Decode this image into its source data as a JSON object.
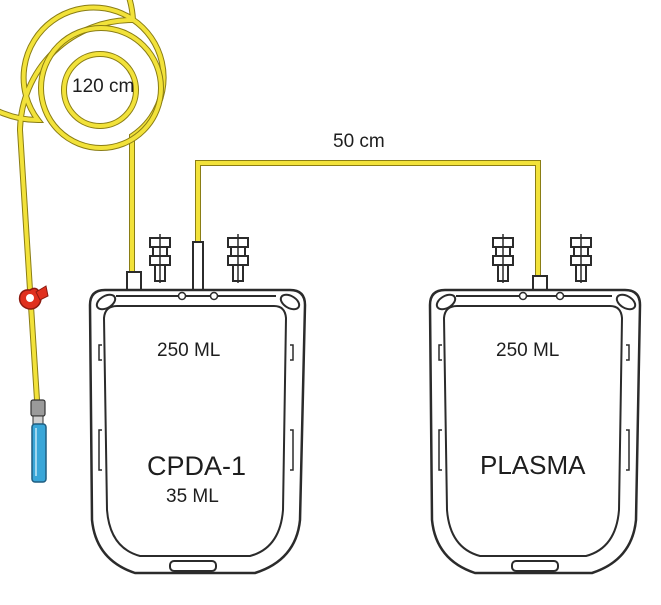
{
  "labels": {
    "tube_primary_length": "120 cm",
    "tube_transfer_length": "50 cm"
  },
  "bags": [
    {
      "volume": "250 ML",
      "name": "CPDA-1",
      "anticoagulant": "35 ML"
    },
    {
      "volume": "250 ML",
      "name": "PLASMA"
    }
  ],
  "colors": {
    "tubing": "#f2e23a",
    "tubing_outline": "#8a7d14",
    "bag_outline": "#2b2b2b",
    "clamp": "#e0301e",
    "needle_hub": "#39a6d8"
  },
  "icons": {
    "clamp": "roller-clamp-icon",
    "needle": "needle-cap-icon",
    "port": "spike-port-icon"
  }
}
